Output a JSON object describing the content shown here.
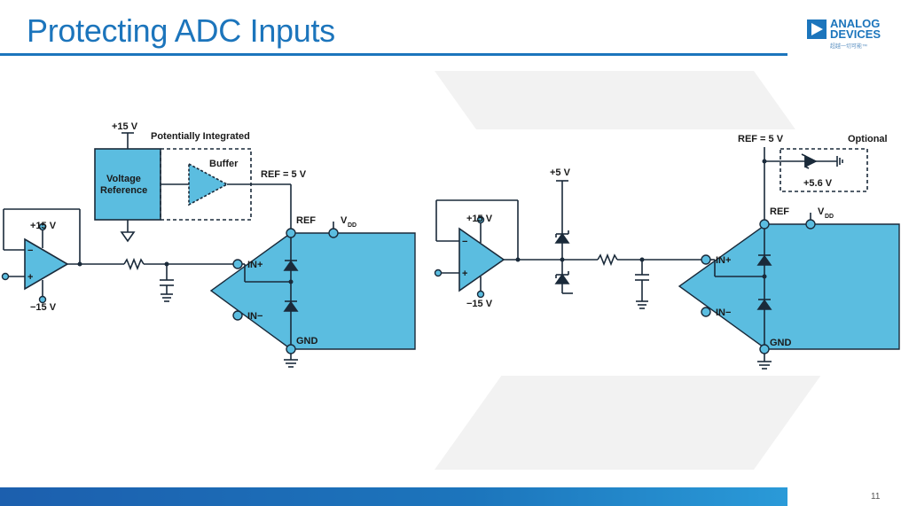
{
  "slide": {
    "title": "Protecting ADC Inputs",
    "page_number": "11"
  },
  "logo": {
    "line1": "ANALOG",
    "line2": "DEVICES",
    "tagline": "超越一切可能™"
  },
  "colors": {
    "accent": "#1c75bc",
    "adc_fill": "#5bbde0",
    "wire": "#1a2a3a"
  },
  "left_circuit": {
    "supply_top": "+15 V",
    "potentially_integrated": "Potentially Integrated",
    "voltage_reference_line1": "Voltage",
    "voltage_reference_line2": "Reference",
    "buffer": "Buffer",
    "ref_value": "REF = 5 V",
    "opamp_pos_supply": "+15 V",
    "opamp_neg_supply": "−15 V",
    "opamp_minus": "−",
    "opamp_plus": "+",
    "pin_ref": "REF",
    "pin_vdd": "V",
    "pin_vdd_sub": "DD",
    "pin_in_plus": "IN+",
    "pin_in_minus": "IN−",
    "pin_gnd": "GND"
  },
  "right_circuit": {
    "ref_value": "REF = 5 V",
    "optional": "Optional",
    "zener_value": "+5.6 V",
    "clamp_supply": "+5 V",
    "opamp_pos_supply": "+15 V",
    "opamp_neg_supply": "−15 V",
    "opamp_minus": "−",
    "opamp_plus": "+",
    "pin_ref": "REF",
    "pin_vdd": "V",
    "pin_vdd_sub": "DD",
    "pin_in_plus": "IN+",
    "pin_in_minus": "IN−",
    "pin_gnd": "GND"
  }
}
